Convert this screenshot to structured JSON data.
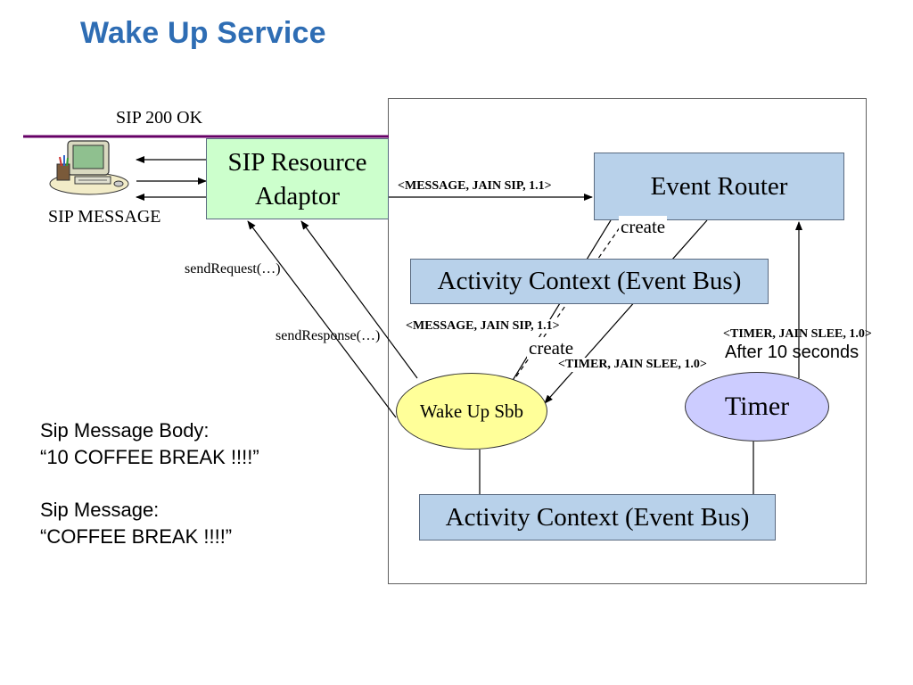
{
  "title": "Wake Up Service",
  "nodes": {
    "sip_resource_adaptor": "SIP Resource Adaptor",
    "event_router": "Event Router",
    "activity_context_top": "Activity Context (Event Bus)",
    "activity_context_bottom": "Activity Context (Event Bus)",
    "wake_up_sbb": "Wake Up Sbb",
    "timer": "Timer"
  },
  "labels": {
    "sip_200_ok": "SIP 200 OK",
    "sip_message": "SIP MESSAGE",
    "message_event_top": "<MESSAGE, JAIN SIP, 1.1>",
    "message_event_mid": "<MESSAGE, JAIN SIP, 1.1>",
    "create_top": "create",
    "create_mid": "create",
    "timer_event_mid": "<TIMER, JAIN SLEE, 1.0>",
    "timer_event_right": "<TIMER, JAIN SLEE, 1.0>",
    "after_10_seconds": "After 10 seconds",
    "send_request": "sendRequest(…)",
    "send_response": "sendResponse(…)"
  },
  "notes": {
    "body_heading": "Sip Message Body:",
    "body_value": "“10 COFFEE BREAK !!!!”",
    "message_heading": "Sip Message:",
    "message_value": "“COFFEE BREAK !!!!”"
  },
  "icons": {
    "client": "computer-user-icon"
  },
  "colors": {
    "title": "#2e6db4",
    "resource_adaptor_fill": "#ccffcc",
    "event_bus_fill": "#b8d1ea",
    "sbb_fill": "#ffff99",
    "timer_fill": "#ccccff",
    "sip_line": "#660066"
  }
}
